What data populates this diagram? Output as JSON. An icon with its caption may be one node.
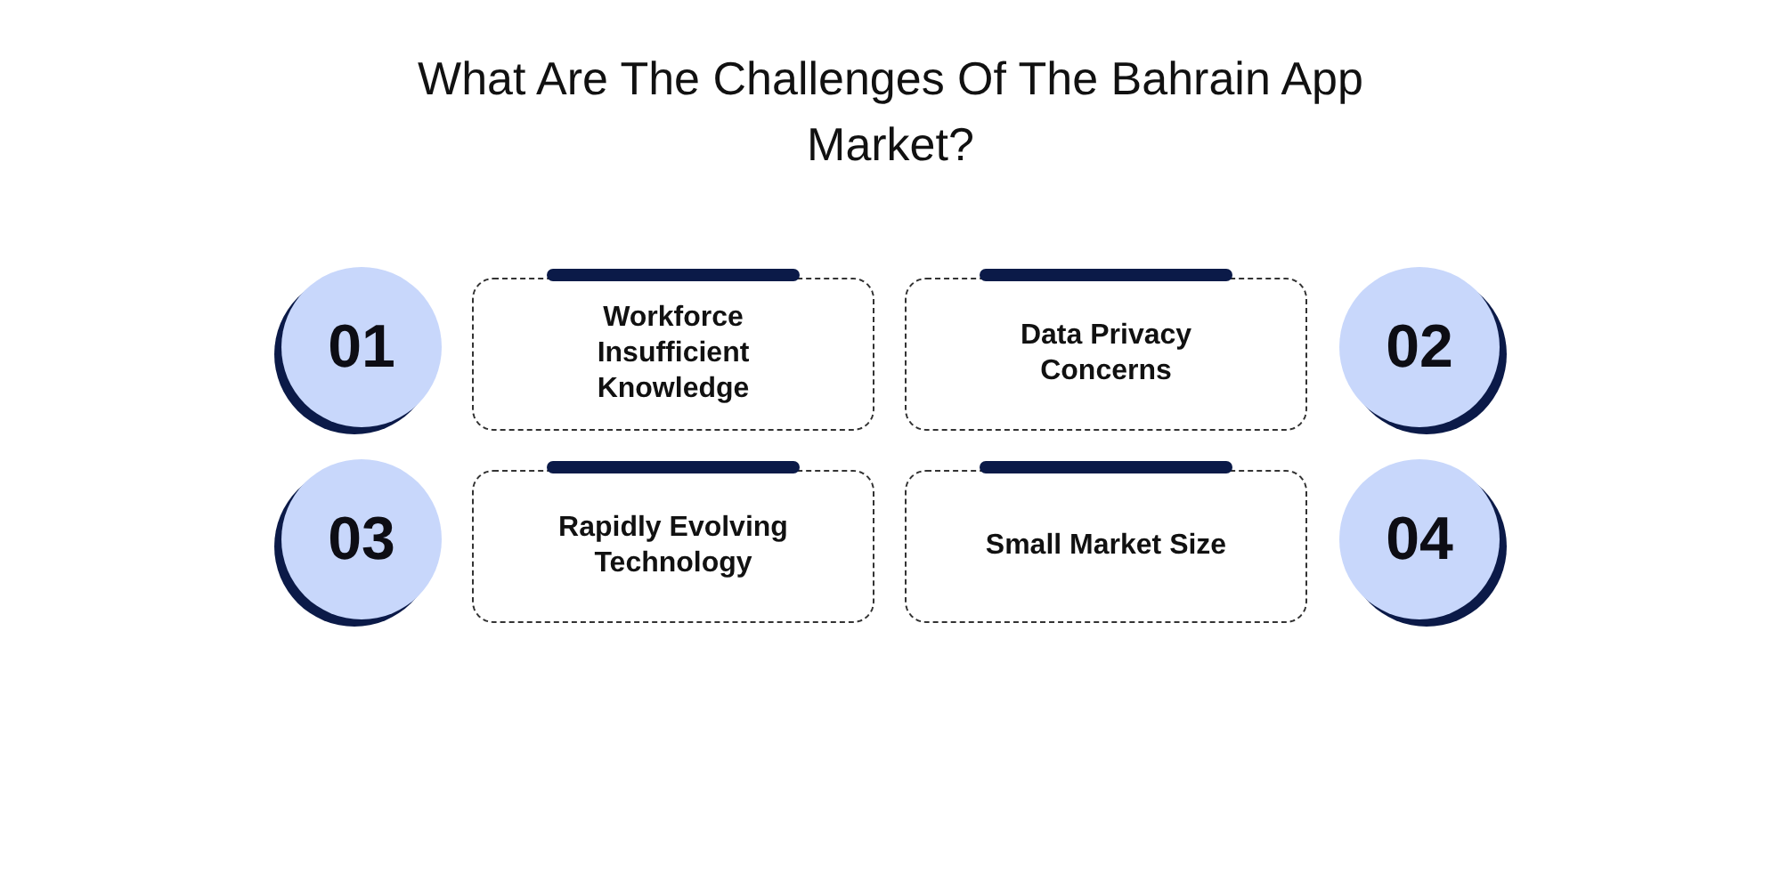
{
  "diagram": {
    "title": "What Are The Challenges Of The Bahrain App Market?",
    "nodes": [
      {
        "text": [
          "01"
        ]
      },
      {
        "text": [
          "Workforce Insufficient Knowledge"
        ]
      },
      {
        "text": [
          "Data Privacy Concerns"
        ]
      },
      {
        "text": [
          "02"
        ]
      },
      {
        "text": [
          "03"
        ]
      },
      {
        "text": [
          "Rapidly Evolving Technology"
        ]
      },
      {
        "text": [
          "Small Market Size"
        ]
      },
      {
        "text": [
          "04"
        ]
      }
    ]
  }
}
